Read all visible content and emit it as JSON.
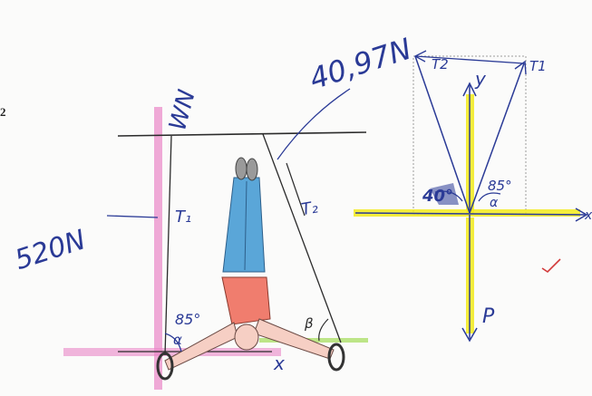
{
  "page": {
    "problem_label": "2"
  },
  "left_figure": {
    "tension_1": "T₁",
    "tension_2": "T₂",
    "force_value_left": "520N",
    "force_value_top": "40,97N",
    "angle_value": "85°",
    "angle_alpha": "α",
    "angle_beta": "β",
    "axis_x": "x",
    "scribble": "WN"
  },
  "free_body_diagram": {
    "tension_2": "T2",
    "tension_1": "T1",
    "axis_y": "y",
    "axis_x": "x",
    "weight": "P",
    "angle_left": "40°",
    "angle_right": "85°",
    "angle_alpha": "α"
  },
  "colors": {
    "ink": "#2a3a96",
    "pencil": "#3b3b3b",
    "highlight_yellow": "#f2ea1a",
    "highlight_pink": "#e986c6",
    "highlight_green": "#b6e27a",
    "shirt": "#f07d6e",
    "jeans": "#5aa6d8",
    "check_red": "#d23a3a"
  }
}
